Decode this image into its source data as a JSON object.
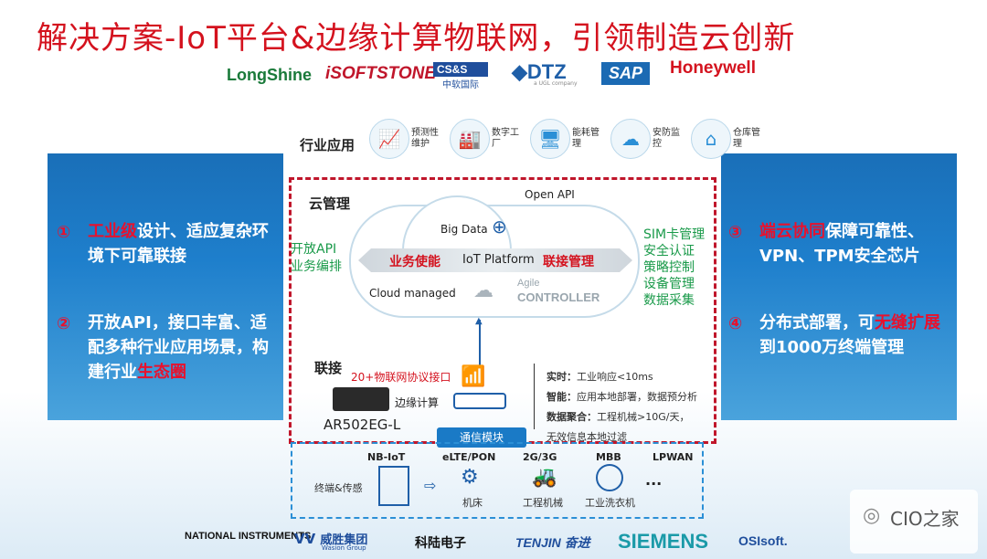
{
  "title": "解决方案-IoT平台&边缘计算物联网，引领制造云创新",
  "partner_logos": [
    "LongShine",
    "iSOFTSTONE",
    "CS&S",
    "中软国际",
    "DTZ",
    "a UGL company",
    "SAP",
    "Honeywell"
  ],
  "bottom_logos": [
    "NATIONAL INSTRUMENTS",
    "威胜集团",
    "Wasion Group",
    "科陆电子",
    "TENJIN 奋进",
    "SIEMENS",
    "OSIsoft."
  ],
  "industry": {
    "label": "行业应用",
    "apps": [
      {
        "icon": "chart-icon",
        "label": "预测性维护"
      },
      {
        "icon": "factory-icon",
        "label": "数字工厂"
      },
      {
        "icon": "monitor-icon",
        "label": "能耗管理"
      },
      {
        "icon": "cloud-icon",
        "label": "安防监控"
      },
      {
        "icon": "warehouse-icon",
        "label": "仓库管理"
      }
    ]
  },
  "left_panel": {
    "item1_num": "①",
    "item1_red": "工业级",
    "item1_text": "设计、适应复杂环境下可靠联接",
    "item2_num": "②",
    "item2_text": "开放API，接口丰富、适配多种行业应用场景，构建行业",
    "item2_red": "生态圈"
  },
  "right_panel": {
    "item3_num": "③",
    "item3_red": "端云协同",
    "item3_text": "保障可靠性、VPN、TPM安全芯片",
    "item4_num": "④",
    "item4_text_a": "分布式部署，可",
    "item4_red": "无缝扩展",
    "item4_text_b": "到1000万终端管理"
  },
  "cloud_mgmt": {
    "label": "云管理",
    "open_api": "Open API",
    "big_data": "Big Data",
    "business": "业务使能",
    "platform": "IoT Platform",
    "connect_mgmt": "联接管理",
    "cloud_managed": "Cloud managed",
    "agile": "Agile",
    "controller": "CONTROLLER",
    "left_green": [
      "开放API",
      "业务编排"
    ],
    "right_green": [
      "SIM卡管理",
      "安全认证",
      "策略控制",
      "设备管理",
      "数据采集"
    ]
  },
  "connect": {
    "label": "联接",
    "protocols": "20+物联网协议接口",
    "edge": "边缘计算",
    "device": "AR502EG-L",
    "module": "通信模块",
    "specs": [
      {
        "key": "实时：",
        "val": "工业响应<10ms"
      },
      {
        "key": "智能：",
        "val": "应用本地部署，数据预分析"
      },
      {
        "key": "数据聚合：",
        "val": "工程机械>10G/天，"
      },
      {
        "key": "",
        "val": "无效信息本地过滤"
      }
    ]
  },
  "terminal": {
    "label": "终端&传感",
    "networks": [
      "NB-IoT",
      "eLTE/PON",
      "2G/3G",
      "MBB",
      "LPWAN"
    ],
    "devices": [
      "机床",
      "工程机械",
      "工业洗衣机"
    ],
    "more": "..."
  },
  "watermark": "CIO之家"
}
